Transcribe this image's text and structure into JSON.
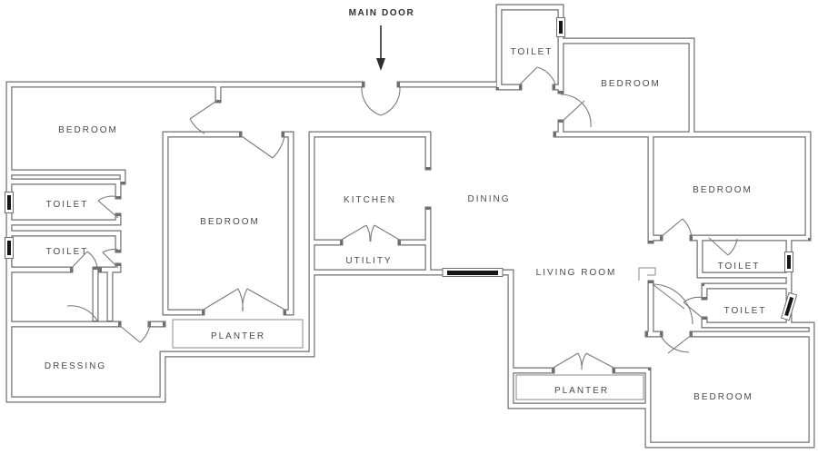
{
  "annotations": {
    "main_door_label": "MAIN DOOR"
  },
  "rooms": [
    {
      "id": "bedroom-top-left",
      "label": "BEDROOM"
    },
    {
      "id": "toilet-top",
      "label": "TOILET"
    },
    {
      "id": "bedroom-top-right",
      "label": "BEDROOM"
    },
    {
      "id": "bedroom-right",
      "label": "BEDROOM"
    },
    {
      "id": "kitchen",
      "label": "KITCHEN"
    },
    {
      "id": "dining",
      "label": "DINING"
    },
    {
      "id": "bedroom-middle",
      "label": "BEDROOM"
    },
    {
      "id": "toilet-left-upper",
      "label": "TOILET"
    },
    {
      "id": "toilet-left-lower",
      "label": "TOILET"
    },
    {
      "id": "utility",
      "label": "UTILITY"
    },
    {
      "id": "living-room",
      "label": "LIVING ROOM"
    },
    {
      "id": "toilet-right-upper",
      "label": "TOILET"
    },
    {
      "id": "toilet-right-lower",
      "label": "TOILET"
    },
    {
      "id": "planter-left",
      "label": "PLANTER"
    },
    {
      "id": "dressing",
      "label": "DRESSING"
    },
    {
      "id": "planter-right",
      "label": "PLANTER"
    },
    {
      "id": "bedroom-bottom-right",
      "label": "BEDROOM"
    }
  ],
  "colors": {
    "wall_line": "#6e6e6e",
    "window_fill": "#161616",
    "label_text": "#4a4a4a",
    "background": "#ffffff"
  }
}
